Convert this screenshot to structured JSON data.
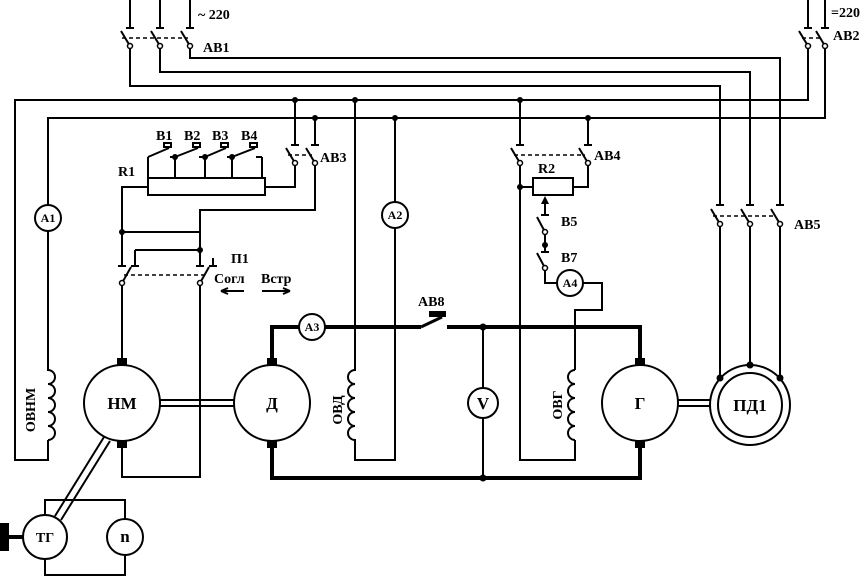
{
  "labels": {
    "supply_ac": "~ 220",
    "supply_dc": "=220",
    "ab1": "АВ1",
    "ab2": "АВ2",
    "ab3": "АВ3",
    "ab4": "АВ4",
    "ab5": "АВ5",
    "ab8": "АВ8",
    "b1": "В1",
    "b2": "В2",
    "b3": "В3",
    "b4": "В4",
    "b5": "В5",
    "b7": "В7",
    "r1": "R1",
    "r2": "R2",
    "a1": "А1",
    "a2": "А2",
    "a3": "А3",
    "a4": "А4",
    "p1": "П1",
    "mode_agree": "Согл",
    "mode_counter": "Встр",
    "ovnm": "ОВНМ",
    "nm": "НМ",
    "d": "Д",
    "ovd": "ОВД",
    "v": "V",
    "ovg": "ОВГ",
    "g": "Г",
    "pd1": "ПД1",
    "tg": "ТГ",
    "n": "n"
  }
}
